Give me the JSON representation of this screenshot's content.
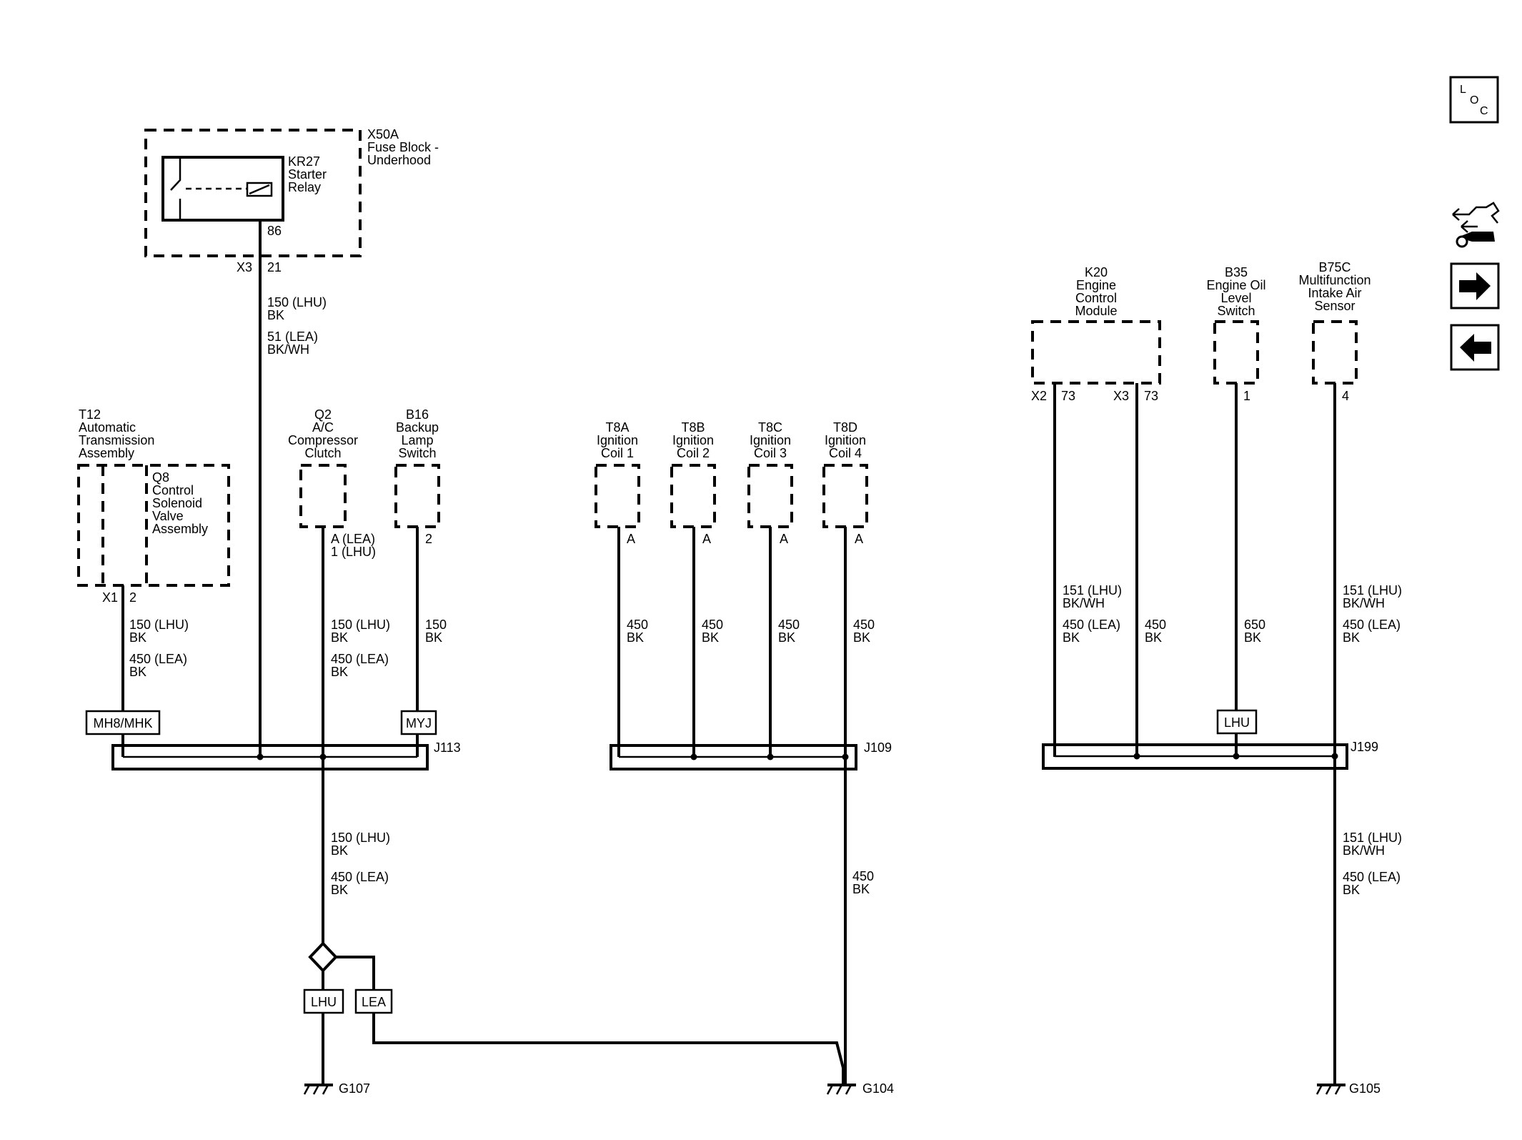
{
  "relay": {
    "fuse_block_lines": [
      "X50A",
      "Fuse Block -",
      "Underhood"
    ],
    "relay_lines": [
      "KR27",
      "Starter",
      "Relay"
    ],
    "pin_86": "86",
    "conn_x3": "X3",
    "pin_21": "21",
    "wire_lines": [
      "150 (LHU)",
      "BK",
      "51 (LEA)",
      "BK/WH"
    ]
  },
  "components_left": {
    "t12_lines": [
      "T12",
      "Automatic",
      "Transmission",
      "Assembly"
    ],
    "q8_lines": [
      "Q8",
      "Control",
      "Solenoid",
      "Valve",
      "Assembly"
    ],
    "q8_conn": "X1",
    "q8_pin": "2",
    "q8_wire_lines": [
      "150 (LHU)",
      "BK",
      "450 (LEA)",
      "BK"
    ],
    "q2_lines": [
      "Q2",
      "A/C",
      "Compressor",
      "Clutch"
    ],
    "q2_pin_lines": [
      "A (LEA)",
      "1 (LHU)"
    ],
    "q2_wire_lines": [
      "150 (LHU)",
      "BK",
      "450 (LEA)",
      "BK"
    ],
    "b16_lines": [
      "B16",
      "Backup",
      "Lamp",
      "Switch"
    ],
    "b16_pin": "2",
    "b16_wire_lines": [
      "150",
      "BK"
    ]
  },
  "ignition_coils": [
    {
      "lines": [
        "T8A",
        "Ignition",
        "Coil 1"
      ],
      "pin": "A",
      "wire_lines": [
        "450",
        "BK"
      ]
    },
    {
      "lines": [
        "T8B",
        "Ignition",
        "Coil 2"
      ],
      "pin": "A",
      "wire_lines": [
        "450",
        "BK"
      ]
    },
    {
      "lines": [
        "T8C",
        "Ignition",
        "Coil 3"
      ],
      "pin": "A",
      "wire_lines": [
        "450",
        "BK"
      ]
    },
    {
      "lines": [
        "T8D",
        "Ignition",
        "Coil 4"
      ],
      "pin": "A",
      "wire_lines": [
        "450",
        "BK"
      ]
    }
  ],
  "components_right": {
    "k20_lines": [
      "K20",
      "Engine",
      "Control",
      "Module"
    ],
    "k20_conn1": "X2",
    "k20_pin1": "73",
    "k20_conn2": "X3",
    "k20_pin2": "73",
    "k20_wire1_lines": [
      "151 (LHU)",
      "BK/WH",
      "450 (LEA)",
      "BK"
    ],
    "k20_wire2_lines": [
      "450",
      "BK"
    ],
    "b35_lines": [
      "B35",
      "Engine Oil",
      "Level",
      "Switch"
    ],
    "b35_pin": "1",
    "b35_wire_lines": [
      "650",
      "BK"
    ],
    "b75c_lines": [
      "B75C",
      "Multifunction",
      "Intake Air",
      "Sensor"
    ],
    "b75c_pin": "4",
    "b75c_wire_lines": [
      "151 (LHU)",
      "BK/WH",
      "450 (LEA)",
      "BK"
    ]
  },
  "option_tags": {
    "mh8": "MH8/MHK",
    "myj": "MYJ",
    "lhu_right": "LHU",
    "lhu_bottom": "LHU",
    "lea_bottom": "LEA"
  },
  "splices": {
    "j113": "J113",
    "j109": "J109",
    "j199": "J199"
  },
  "lower_wires": {
    "g107_wire_lines": [
      "150 (LHU)",
      "BK",
      "450 (LEA)",
      "BK"
    ],
    "g104_wire_lines": [
      "450",
      "BK"
    ],
    "g105_wire_lines": [
      "151 (LHU)",
      "BK/WH",
      "450 (LEA)",
      "BK"
    ]
  },
  "grounds": {
    "g107": "G107",
    "g104": "G104",
    "g105": "G105"
  },
  "nav": {
    "loc_letters": [
      "L",
      "O",
      "C"
    ],
    "icons": [
      "loc-icon",
      "circuit-tools-icon",
      "arrow-right-icon",
      "arrow-left-icon"
    ]
  }
}
